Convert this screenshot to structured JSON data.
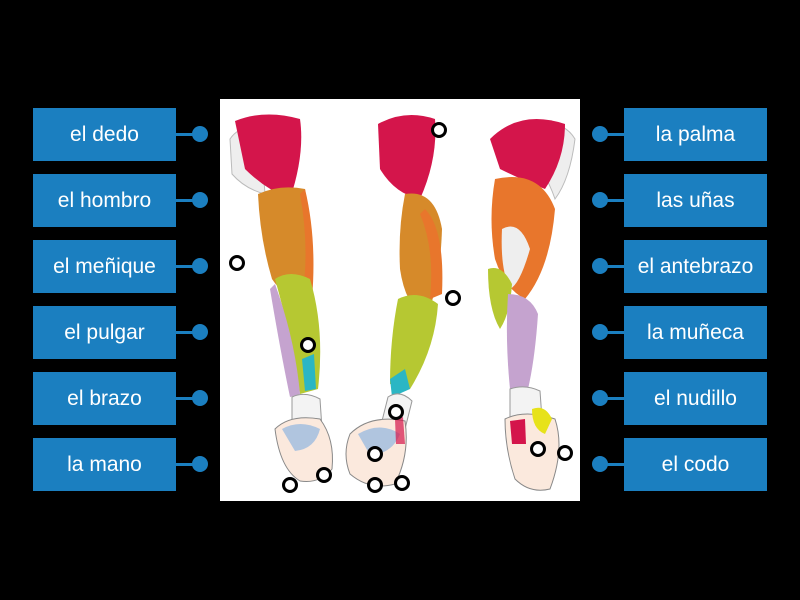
{
  "left_labels": [
    "el dedo",
    "el hombro",
    "el meñique",
    "el pulgar",
    "el brazo",
    "la mano"
  ],
  "right_labels": [
    "la palma",
    "las uñas",
    "el antebrazo",
    "la muñeca",
    "el nudillo",
    "el codo"
  ],
  "colors": {
    "label_bg": "#1b7fc0",
    "background": "#000000",
    "deltoid": "#d4154b",
    "biceps": "#d68a2a",
    "forearm_green": "#b6c832",
    "forearm_purple": "#c5a3cf",
    "triceps": "#e8762c"
  },
  "icons": {
    "drop_target": "circle-target-icon",
    "connector": "connector-dot-icon"
  }
}
